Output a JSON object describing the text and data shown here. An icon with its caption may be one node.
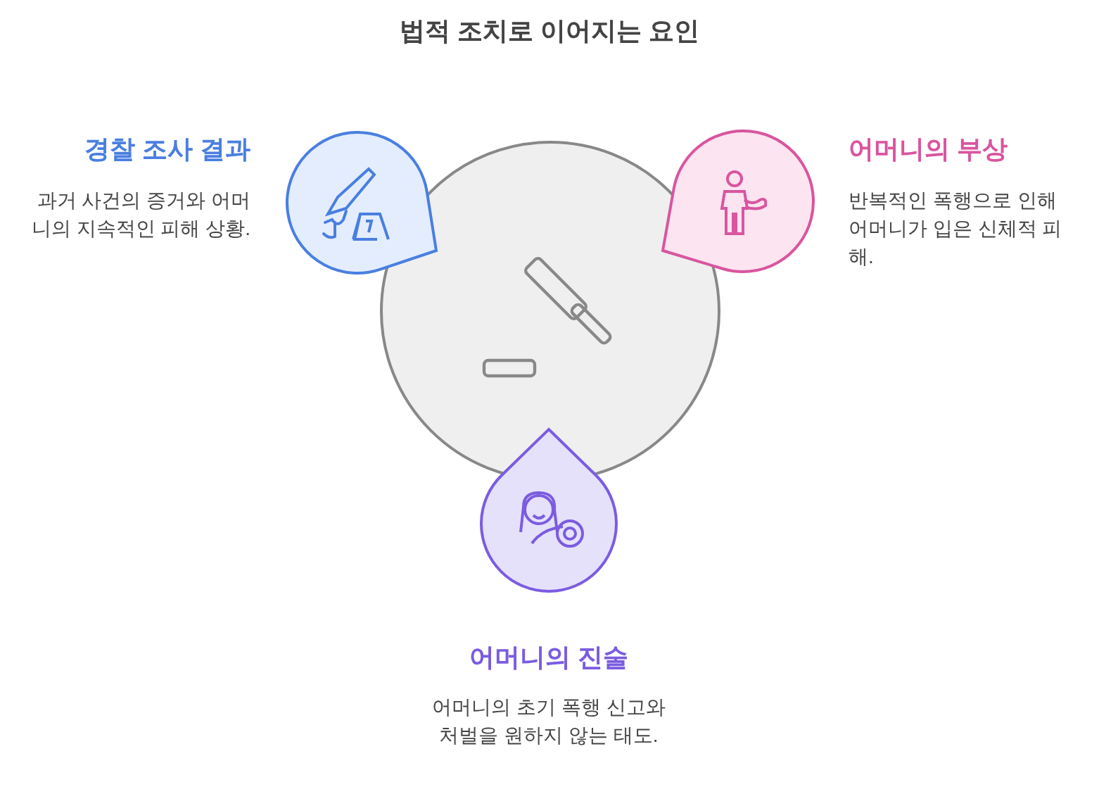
{
  "diagram": {
    "title": "법적 조치로 이어지는 요인",
    "labels": [
      "경찰 조사 결과",
      "과거 사건의 증거와 어머니의 지속적인 피해 상황.",
      "어머니의 부상",
      "반복적인 폭행으로 인해 어머니가 입은 신체적 피해.",
      "어머니의 진술",
      "어머니의 초기 폭행 신고와 처벌을 원하지 않는 태도."
    ]
  }
}
